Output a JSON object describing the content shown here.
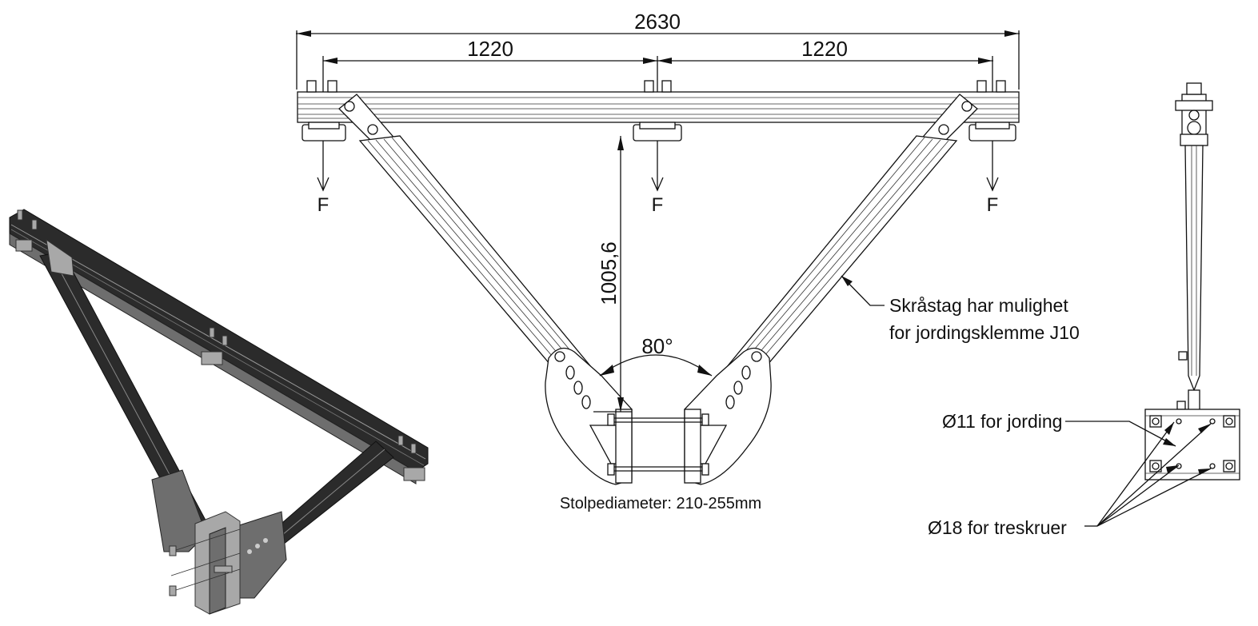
{
  "drawing": {
    "dimensions": {
      "total_width": "2630",
      "left_span": "1220",
      "right_span": "1220",
      "height": "1005,6",
      "angle": "80°"
    },
    "force_labels": [
      "F",
      "F",
      "F"
    ],
    "notes": {
      "brace_note_line1": "Skråstag har mulighet",
      "brace_note_line2": "for jordingsklemme J10",
      "pole_diameter": "Stolpediameter: 210-255mm",
      "hole_11": "Ø11 for jording",
      "hole_18": "Ø18 for treskruer"
    }
  }
}
